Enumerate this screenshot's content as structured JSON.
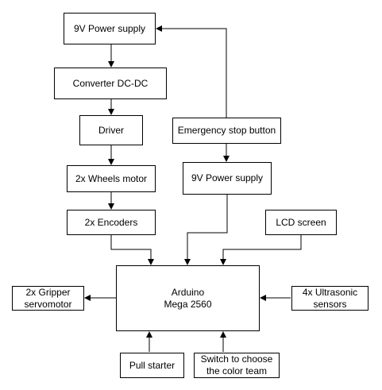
{
  "blocks": {
    "power_supply_top": "9V Power supply",
    "converter": "Converter DC-DC",
    "driver": "Driver",
    "wheels_motor": "2x Wheels motor",
    "encoders": "2x Encoders",
    "emergency_stop": "Emergency stop button",
    "power_supply_right": "9V Power supply",
    "lcd": "LCD screen",
    "arduino": "Arduino\nMega 2560",
    "gripper": "2x Gripper\nservomotor",
    "ultrasonic": "4x Ultrasonic\nsensors",
    "pull_starter": "Pull starter",
    "color_switch": "Switch to choose\nthe color team"
  },
  "connections": [
    [
      "power_supply_top",
      "converter"
    ],
    [
      "converter",
      "driver"
    ],
    [
      "driver",
      "wheels_motor"
    ],
    [
      "wheels_motor",
      "encoders"
    ],
    [
      "emergency_stop",
      "power_supply_top"
    ],
    [
      "emergency_stop",
      "power_supply_right"
    ],
    [
      "encoders",
      "arduino"
    ],
    [
      "power_supply_right",
      "arduino"
    ],
    [
      "lcd",
      "arduino"
    ],
    [
      "arduino",
      "gripper"
    ],
    [
      "ultrasonic",
      "arduino"
    ],
    [
      "pull_starter",
      "arduino"
    ],
    [
      "color_switch",
      "arduino"
    ]
  ]
}
